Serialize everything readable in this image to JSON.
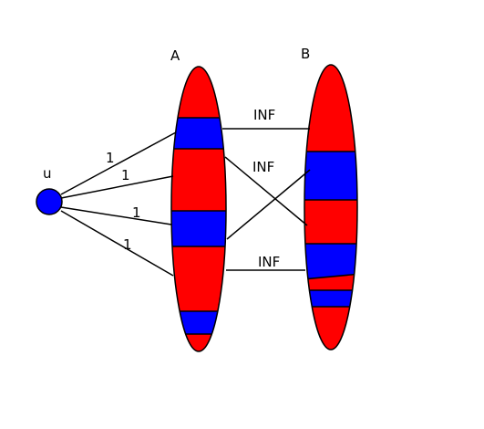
{
  "colors": {
    "red": "#ff0000",
    "blue": "#0000ff",
    "line": "#000000",
    "background": "#ffffff"
  },
  "labels": {
    "node_u": "u",
    "set_a": "A",
    "set_b": "B"
  },
  "edges_from_u": [
    {
      "weight": "1"
    },
    {
      "weight": "1"
    },
    {
      "weight": "1"
    },
    {
      "weight": "1"
    }
  ],
  "inf_edges": [
    {
      "label": "INF"
    },
    {
      "label": "INF"
    },
    {
      "label": "INF"
    }
  ]
}
